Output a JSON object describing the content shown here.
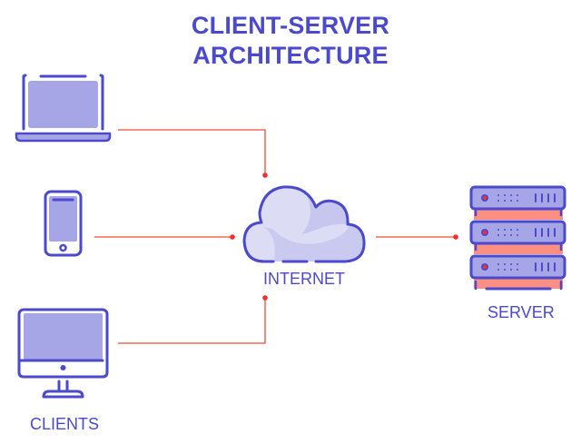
{
  "title": {
    "line1": "CLIENT-SERVER",
    "line2": "ARCHITECTURE"
  },
  "nodes": {
    "clients": {
      "label": "CLIENTS",
      "devices": [
        {
          "id": "laptop",
          "icon": "laptop-icon"
        },
        {
          "id": "phone",
          "icon": "smartphone-icon"
        },
        {
          "id": "desktop",
          "icon": "desktop-monitor-icon"
        }
      ]
    },
    "internet": {
      "label": "INTERNET",
      "icon": "cloud-icon"
    },
    "server": {
      "label": "SERVER",
      "icon": "server-rack-icon",
      "units": 3
    }
  },
  "connections": [
    {
      "from": "laptop",
      "to": "internet"
    },
    {
      "from": "phone",
      "to": "internet"
    },
    {
      "from": "desktop",
      "to": "internet"
    },
    {
      "from": "internet",
      "to": "server"
    }
  ],
  "colors": {
    "primary": "#4b4acf",
    "fill": "#a6a5e6",
    "cloud_fill": "#dcdcf5",
    "cloud_shade": "#c7c6ef",
    "connector": "#f04a38",
    "server_accent": "#fb8f82",
    "led": "#f0302a"
  }
}
